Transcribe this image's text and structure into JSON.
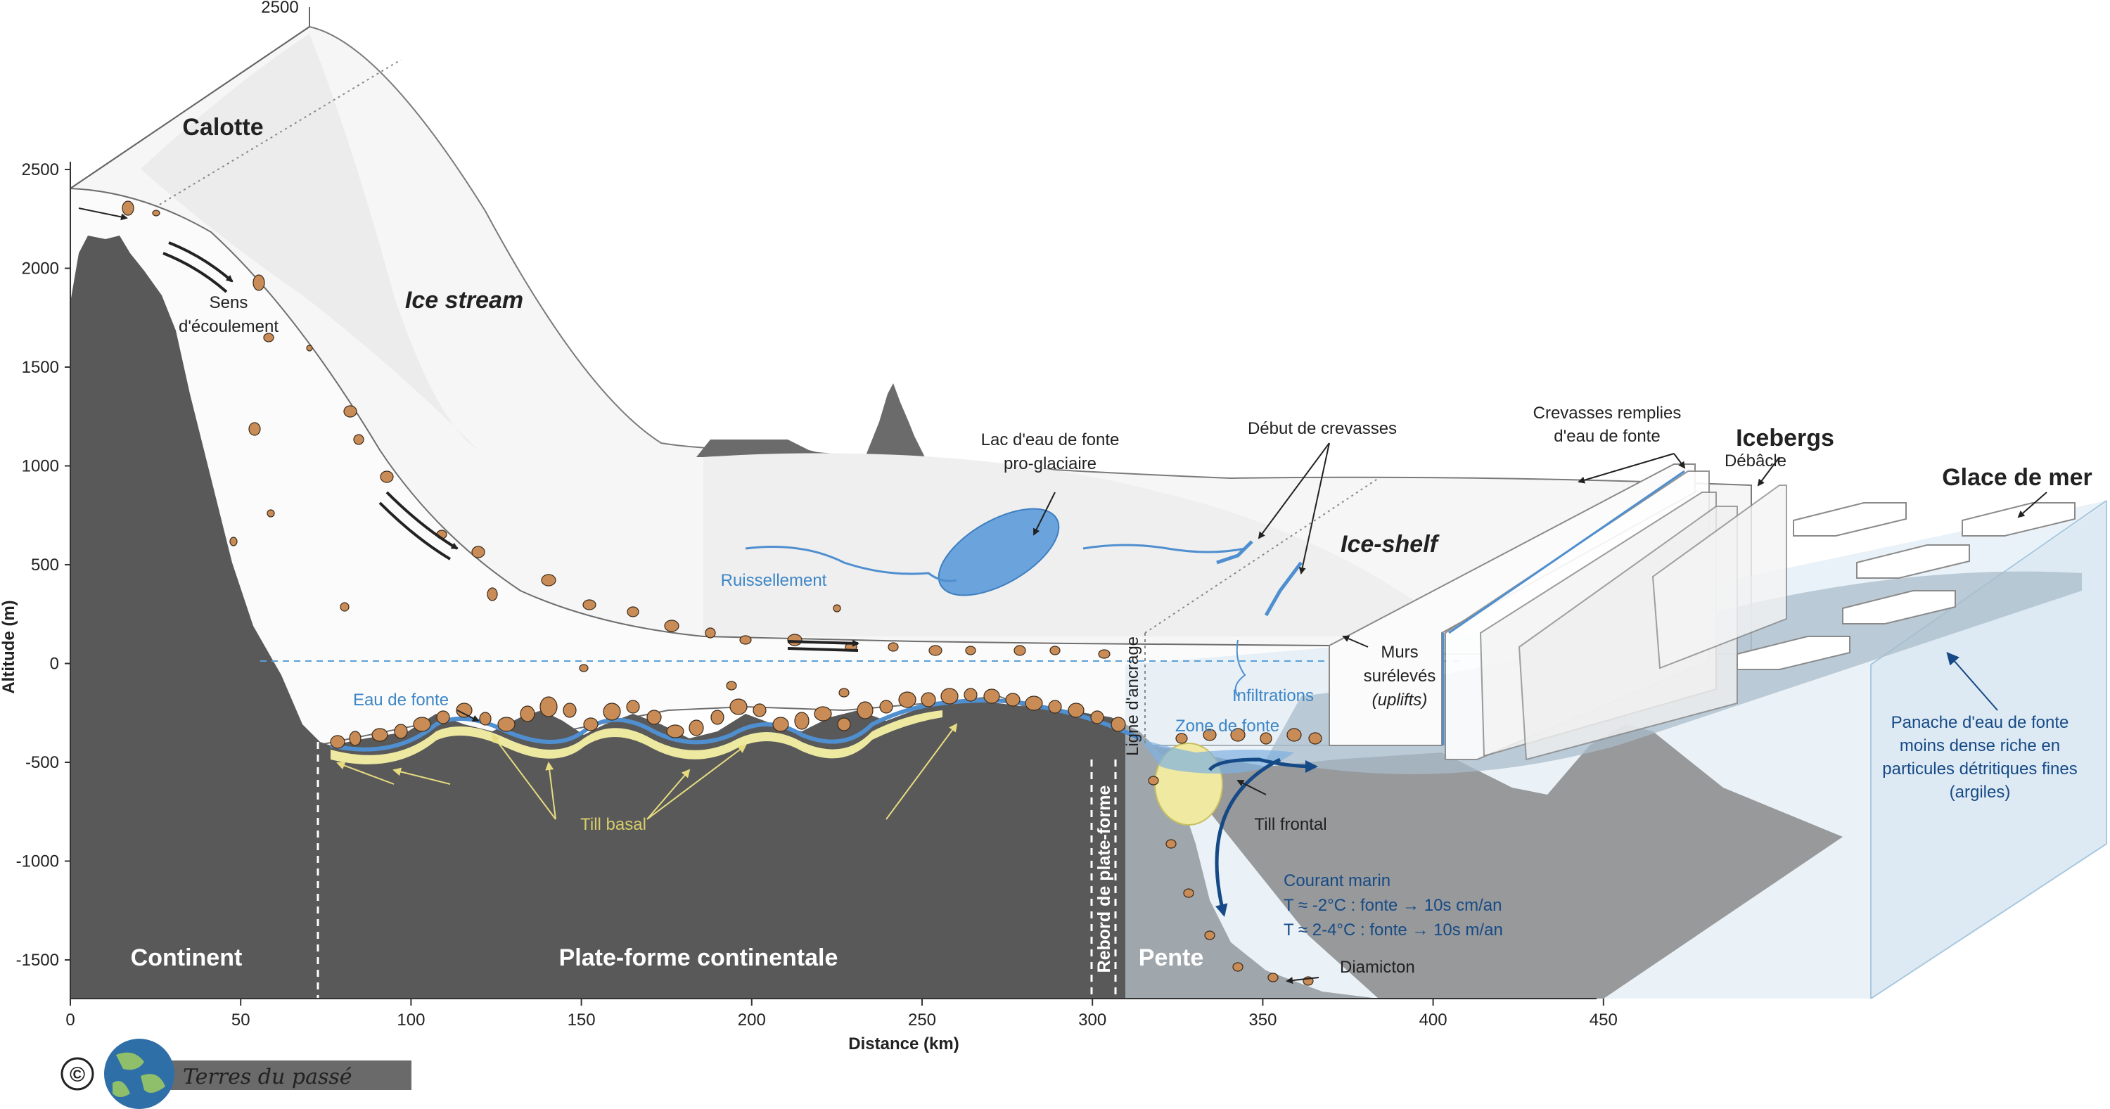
{
  "axes": {
    "y_title": "Altitude (m)",
    "x_title": "Distance (km)",
    "y_ticks": [
      "2500",
      "2000",
      "1500",
      "1000",
      "500",
      "0",
      "-500",
      "-1000",
      "-1500"
    ],
    "x_ticks": [
      "0",
      "50",
      "100",
      "150",
      "200",
      "250",
      "300",
      "350",
      "400",
      "450"
    ],
    "top_tick": "2500"
  },
  "zones": {
    "continent": "Continent",
    "shelf": "Plate-forme continentale",
    "shelf_edge": "Rebord de plate-forme",
    "slope": "Pente",
    "grounding_line": "Ligne d'ancrage"
  },
  "labels": {
    "calotte": "Calotte",
    "ice_stream": "Ice stream",
    "flow_1": "Sens",
    "flow_2": "d'écoulement",
    "lake_1": "Lac d'eau de fonte",
    "lake_2": "pro-glaciaire",
    "runoff": "Ruissellement",
    "crevasse_start": "Début de crevasses",
    "ice_shelf": "Ice-shelf",
    "filled_1": "Crevasses remplies",
    "filled_2": "d'eau de fonte",
    "debacle": "Débâcle",
    "icebergs": "Icebergs",
    "sea_ice": "Glace de mer",
    "meltwater": "Eau de fonte",
    "till_basal": "Till basal",
    "infiltrations": "Infiltrations",
    "walls_1": "Murs",
    "walls_2": "surélevés",
    "walls_3": "(uplifts)",
    "melt_zone": "Zone de fonte",
    "till_frontal": "Till frontal",
    "current_1": "Courant marin",
    "current_2": "T ≈ -2°C : fonte → 10s cm/an",
    "current_3": "T ≈ 2-4°C : fonte → 10s m/an",
    "diamicton": "Diamicton",
    "plume_1": "Panache d'eau de fonte",
    "plume_2": "moins dense riche en",
    "plume_3": "particules détritiques fines",
    "plume_4": "(argiles)"
  },
  "credit": {
    "copyright": "©",
    "name": "Terres du passé"
  },
  "colors": {
    "rock": "#595959",
    "ice": "#fafafa",
    "water": "#c5dceb",
    "meltwater": "#4f8fd0",
    "till": "#eee9a0",
    "clast": "#c98c56",
    "ocean_line": "#164a86"
  }
}
